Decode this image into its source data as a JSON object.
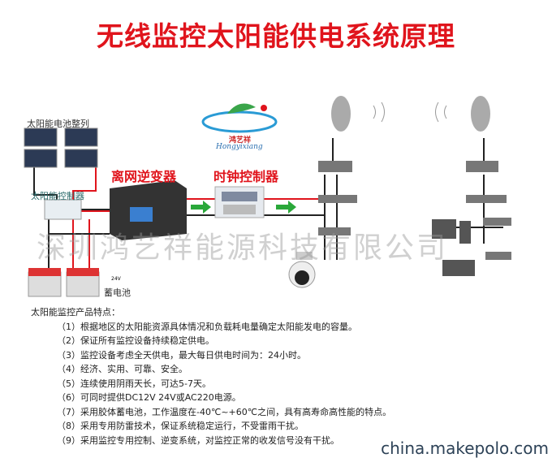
{
  "title": "无线监控太阳能供电系统原理",
  "diagram": {
    "solar_array_label": "太阳能电池整列",
    "solar_controller_label": "太阳能控制器",
    "inverter_label": "离网逆变器",
    "clock_controller_label": "时钟控制器",
    "battery_label": "蓄电池",
    "battery_voltage": "24V",
    "logo_cn": "鸿艺祥",
    "logo_en": "Hongyixiang",
    "watermark": "深圳鸿艺祥能源科技有限公司",
    "colors": {
      "wire_red": "#e0141c",
      "wire_black": "#222222",
      "arrow_green": "#2aa83a"
    }
  },
  "features": {
    "heading": "太阳能监控产品特点：",
    "items": [
      "（1）根据地区的太阳能资源具体情况和负载耗电量确定太阳能发电的容量。",
      "（2）保证所有监控设备持续稳定供电。",
      "（3）监控设备考虑全天供电，最大每日供电时间为：24小时。",
      "（4）经济、实用、可靠、安全。",
      "（5）连续使用阴雨天长，可达5-7天。",
      "（6）可同时提供DC12V 24V或AC220电源。",
      "（7）采用胶体蓄电池，工作温度在-40℃~+60℃之间，具有高寿命高性能的特点。",
      "（8）采用专用防雷技术，保证系统稳定运行，不受雷雨干扰。",
      "（9）采用监控专用控制、逆变系统，对监控正常的收发信号没有干扰。"
    ]
  },
  "source": "china.makepolo.com"
}
